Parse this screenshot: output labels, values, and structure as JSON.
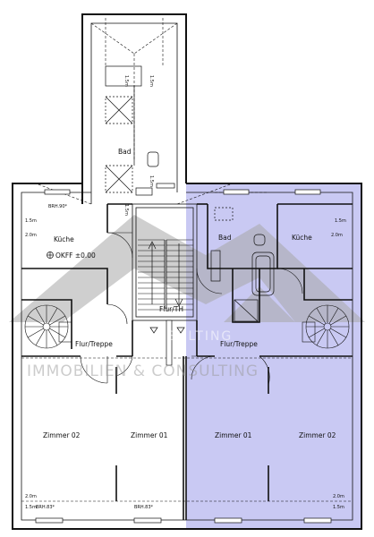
{
  "colors": {
    "highlight": "#c9c9f3",
    "wall": "#111111",
    "watermark": "#9a9a9a"
  },
  "rooms": {
    "bad_top": "Bad",
    "kueche_left": "Küche",
    "kueche_right": "Küche",
    "bad_right": "Bad",
    "flur_th": "Flur/TH",
    "flur_treppe_left": "Flur/Treppe",
    "flur_treppe_right": "Flur/Treppe",
    "zimmer_02_left": "Zimmer 02",
    "zimmer_01_left": "Zimmer 01",
    "zimmer_01_right": "Zimmer 01",
    "zimmer_02_right": "Zimmer 02"
  },
  "level_mark": "OKFF ±0.00",
  "dimensions": {
    "brh_kueche": "BRH.90*",
    "h15_kueche": "1.5m",
    "h20_kueche": "2.0m",
    "h15_right_kueche": "1.5m",
    "h20_right_kueche": "2.0m",
    "h15_bad_a": "1.5m",
    "h15_bad_b": "1.5m",
    "h15_bad_c": "1.5m",
    "h15_bad_d": "1.5m",
    "h20_zl": "2.0m",
    "h15_zl": "1.5m",
    "brh_zl": "BRH.83*",
    "brh_zm": "BRH.83*",
    "h20_zr": "2.0m",
    "h15_zr": "1.5m"
  },
  "watermark": {
    "line1": "CONSULTING",
    "line2": "IMMOBILIEN & CONSULTING"
  }
}
